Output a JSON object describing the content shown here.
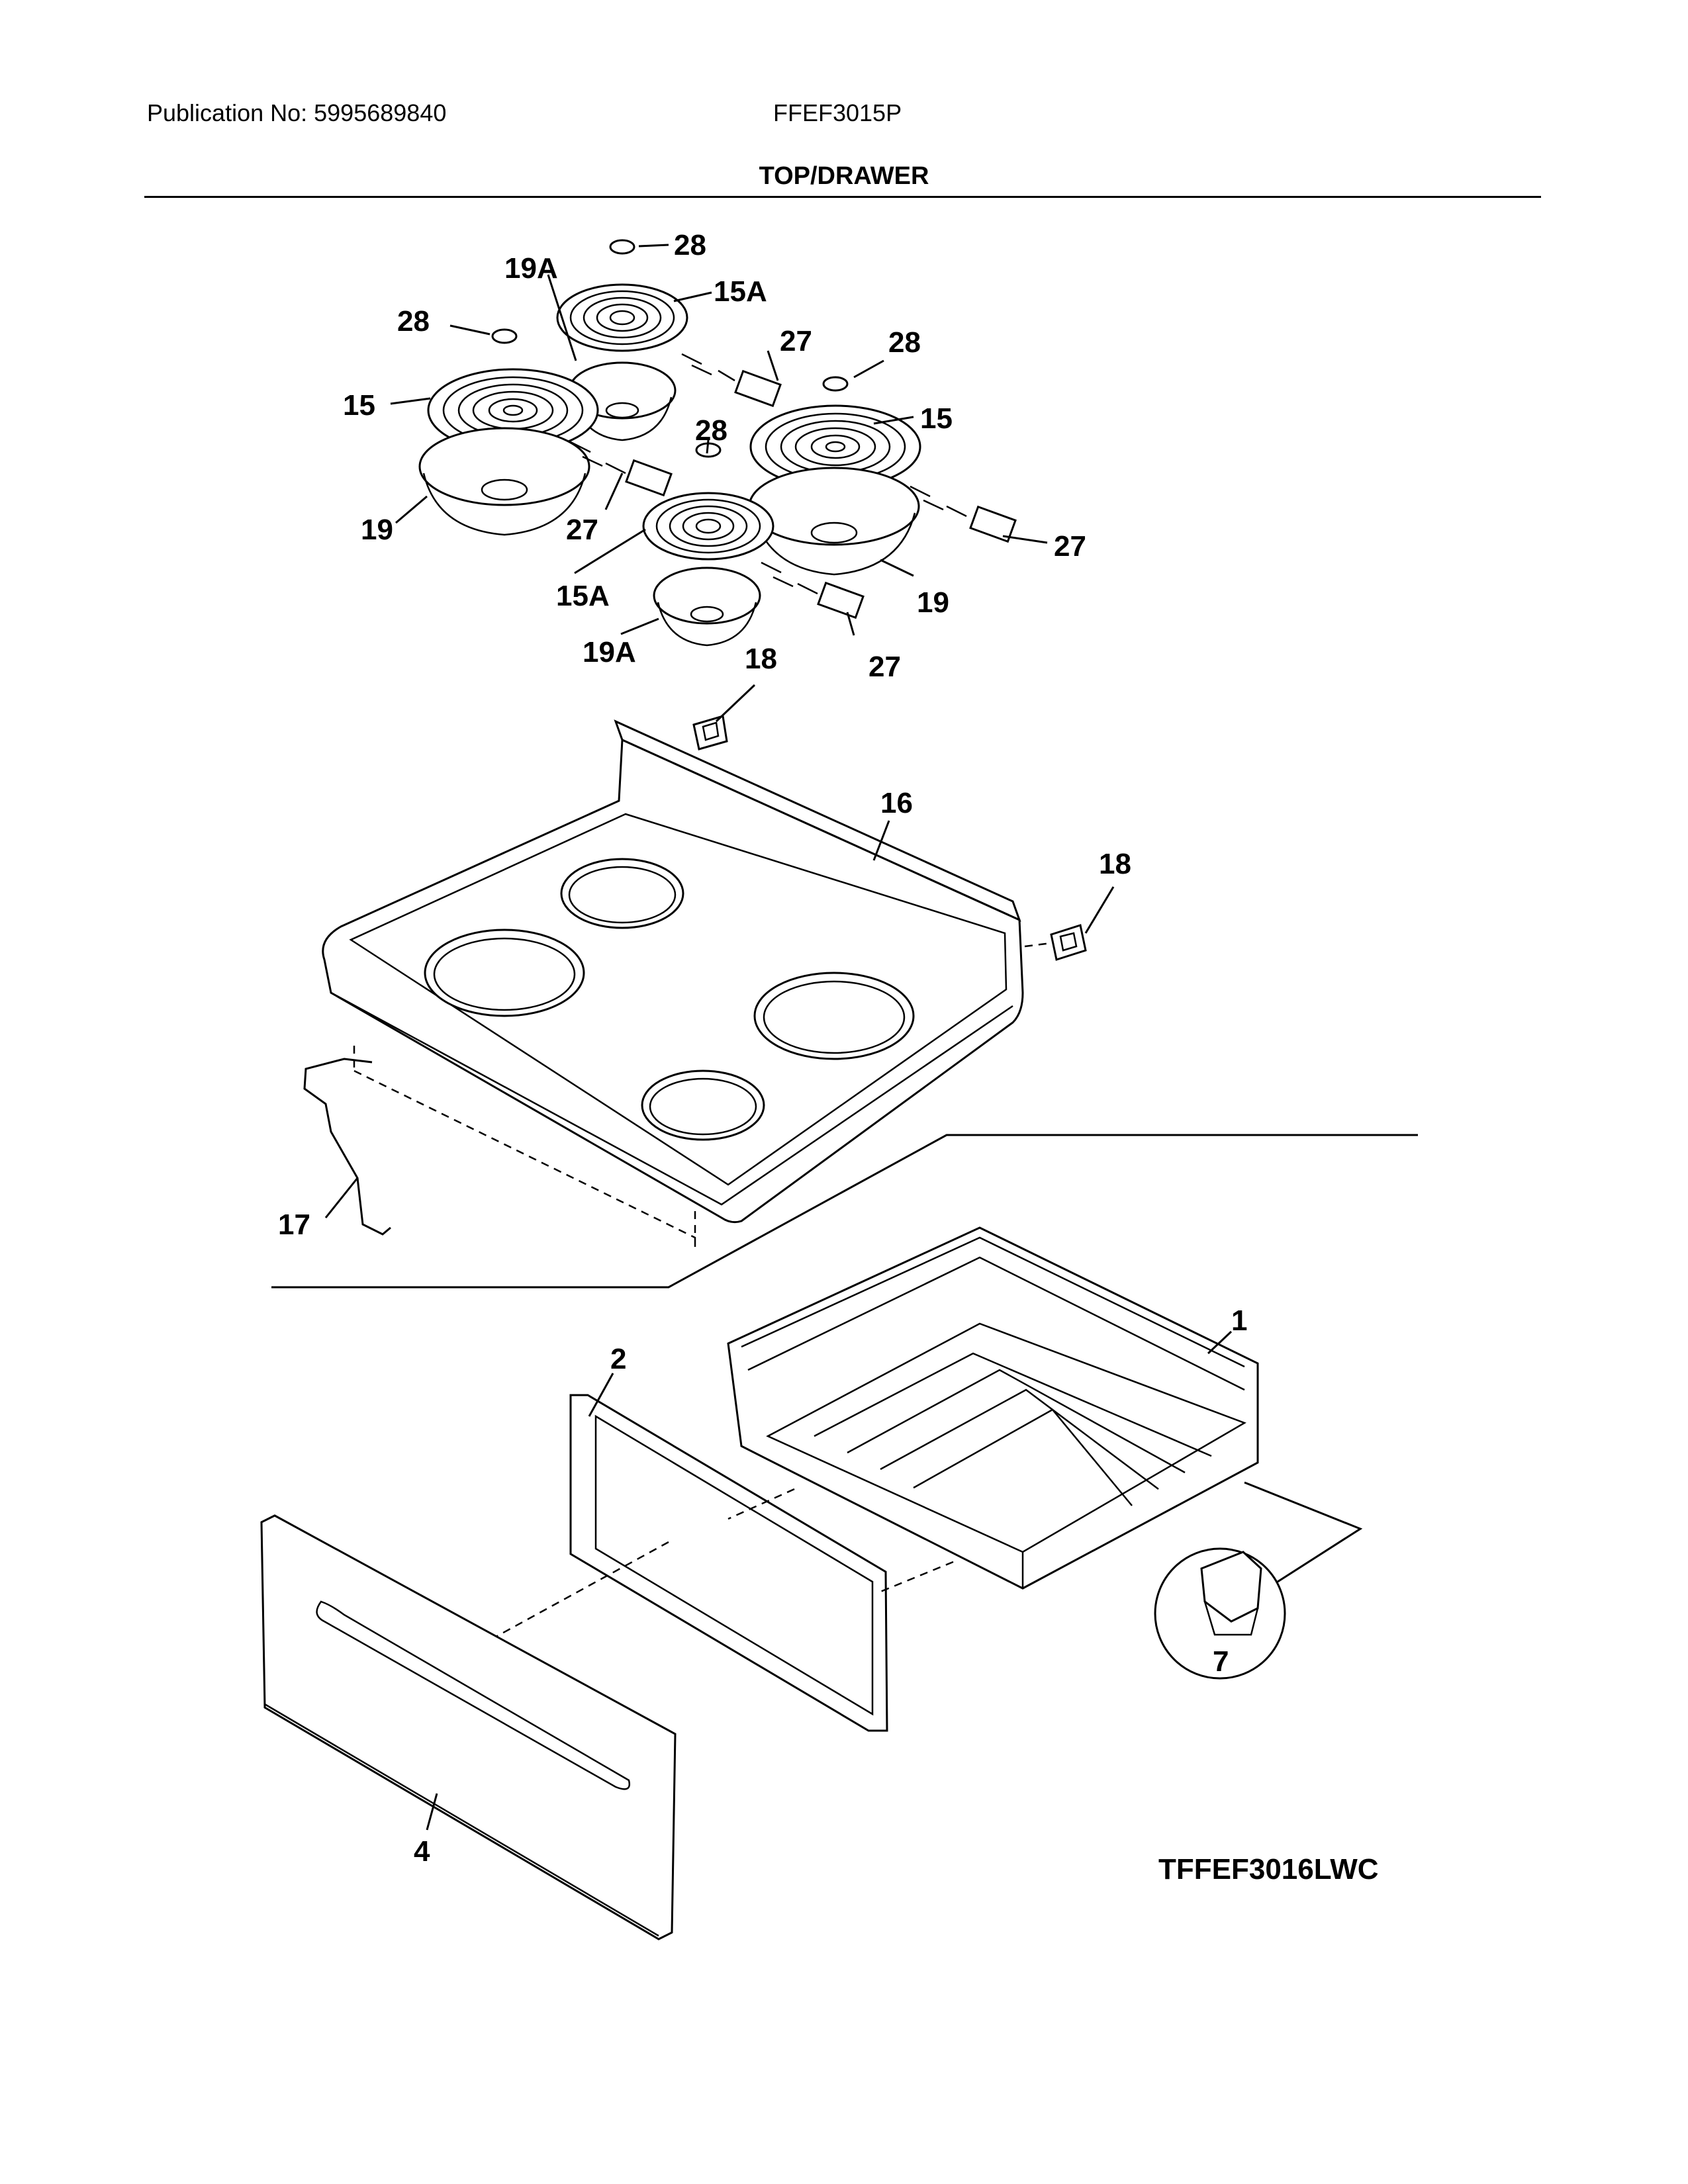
{
  "header": {
    "publication": "Publication No: 5995689840",
    "model": "FFEF3015P",
    "section_title": "TOP/DRAWER"
  },
  "drawing_id": "TFFEF3016LWC",
  "callouts": {
    "c28a": "28",
    "c19A_top": "19A",
    "c15A_top": "15A",
    "c28b": "28",
    "c27a": "27",
    "c28c": "28",
    "c15_left": "15",
    "c15_right": "15",
    "c28d": "28",
    "c19_left": "19",
    "c27b": "27",
    "c27c": "27",
    "c15A_bottom": "15A",
    "c19_right": "19",
    "c19A_bottom": "19A",
    "c27d": "27",
    "c18a": "18",
    "c16": "16",
    "c18b": "18",
    "c17": "17",
    "c1": "1",
    "c2": "2",
    "c7": "7",
    "c4": "4"
  }
}
